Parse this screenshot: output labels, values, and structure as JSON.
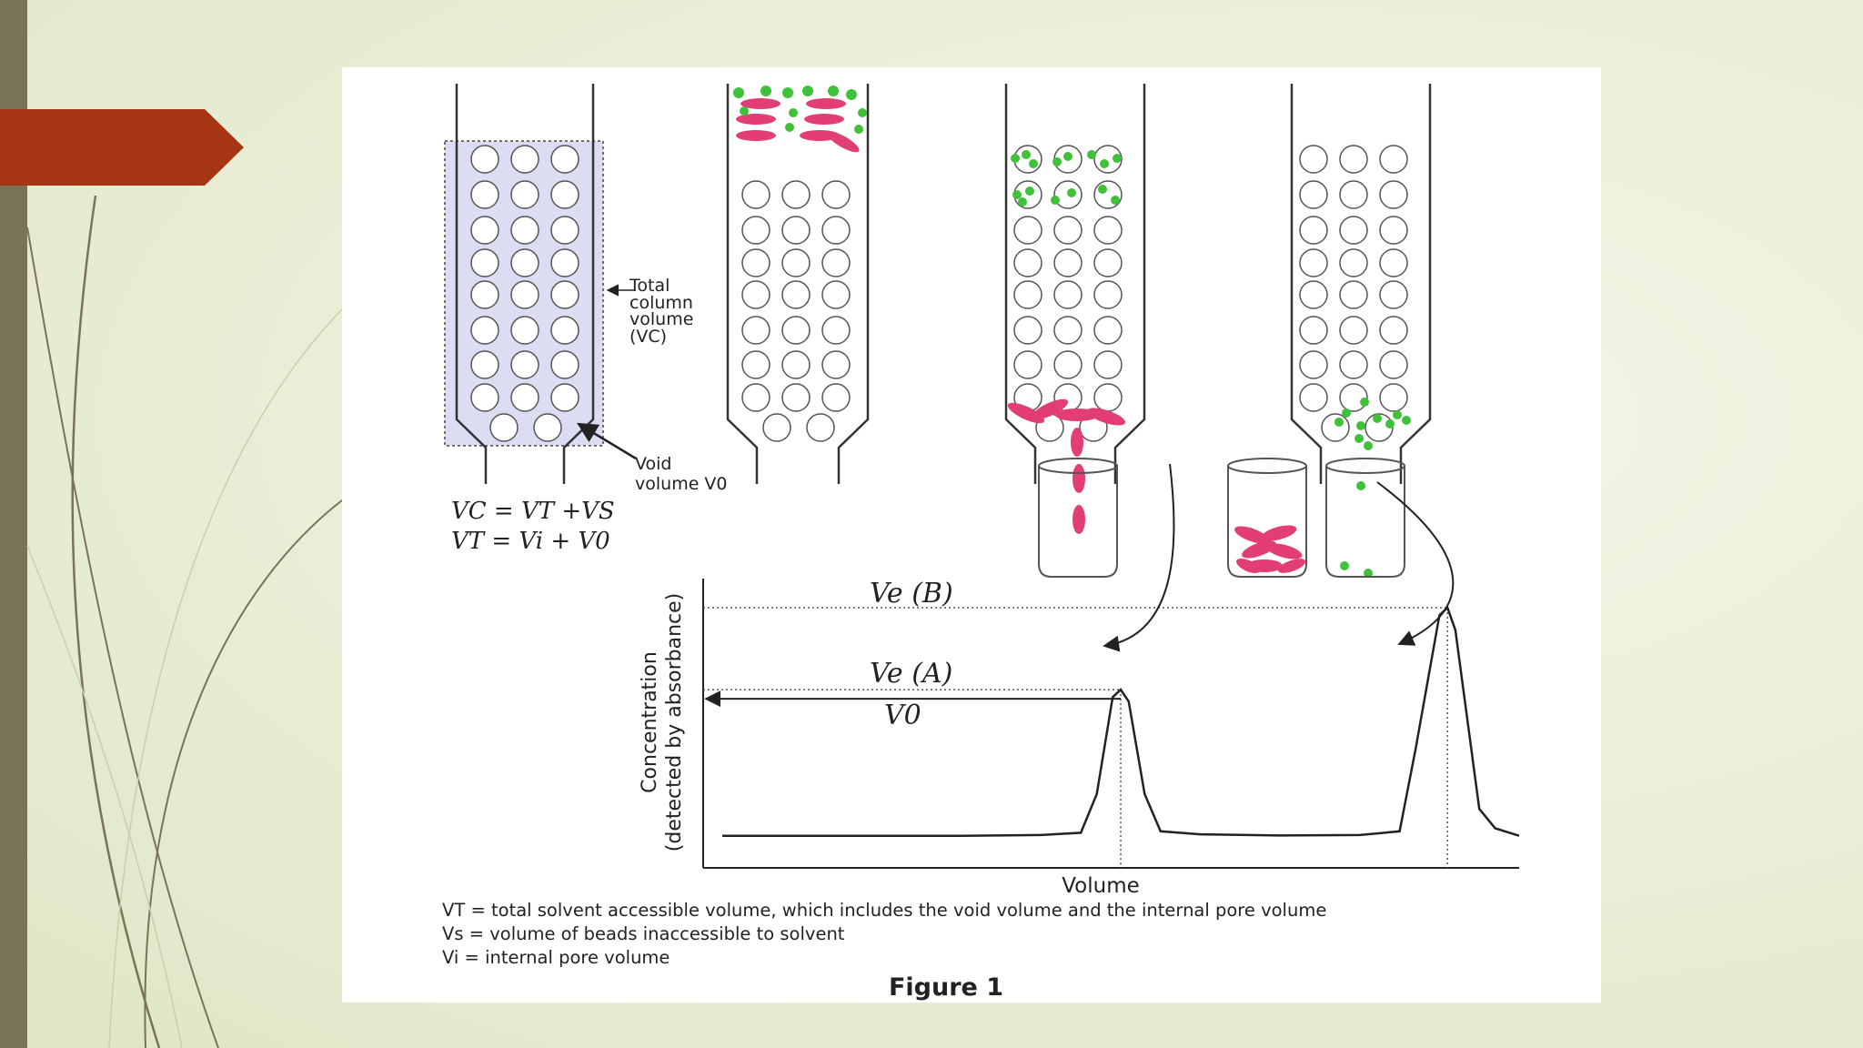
{
  "labels": {
    "total_column_volume": [
      "Total",
      "column",
      "volume",
      "(VC)"
    ],
    "void_volume_line1": "Void",
    "void_volume_line2": "volume V0",
    "eq1": "VC = VT +VS",
    "eq2": "VT = Vi + V0",
    "peak_b": "Ve (B)",
    "peak_a": "Ve (A)",
    "v0_marker": "V0",
    "y_axis_line1": "Concentration",
    "y_axis_line2": "(detected by absorbance)",
    "x_axis": "Volume",
    "legend_vt": "VT = total solvent accessible volume, which includes the void volume and the internal pore volume",
    "legend_vs": "Vs = volume of beads inaccessible to solvent",
    "legend_vi": "Vi = internal pore volume",
    "caption": "Figure 1"
  },
  "colors": {
    "small_molecule": "#3fc13a",
    "large_molecule": "#e23d74",
    "column_fill": "#dcdcf2",
    "accent_tab": "#a63514",
    "left_bar": "#7a7358"
  },
  "chart_data": {
    "type": "line",
    "title": "",
    "xlabel": "Volume",
    "ylabel": "Concentration (detected by absorbance)",
    "x": [
      0,
      10,
      20,
      30,
      40,
      45,
      47,
      49,
      50,
      51,
      53,
      55,
      60,
      70,
      80,
      85,
      87,
      90,
      91,
      92,
      95,
      97,
      100
    ],
    "series": [
      {
        "values": [
          2,
          2,
          2,
          2,
          2.5,
          4,
          30,
          95,
          100,
          92,
          30,
          5,
          3,
          2.2,
          2.5,
          5,
          60,
          150,
          155,
          140,
          20,
          7,
          2
        ]
      }
    ],
    "annotations": [
      "V0",
      "Ve (A)",
      "Ve (B)"
    ]
  }
}
